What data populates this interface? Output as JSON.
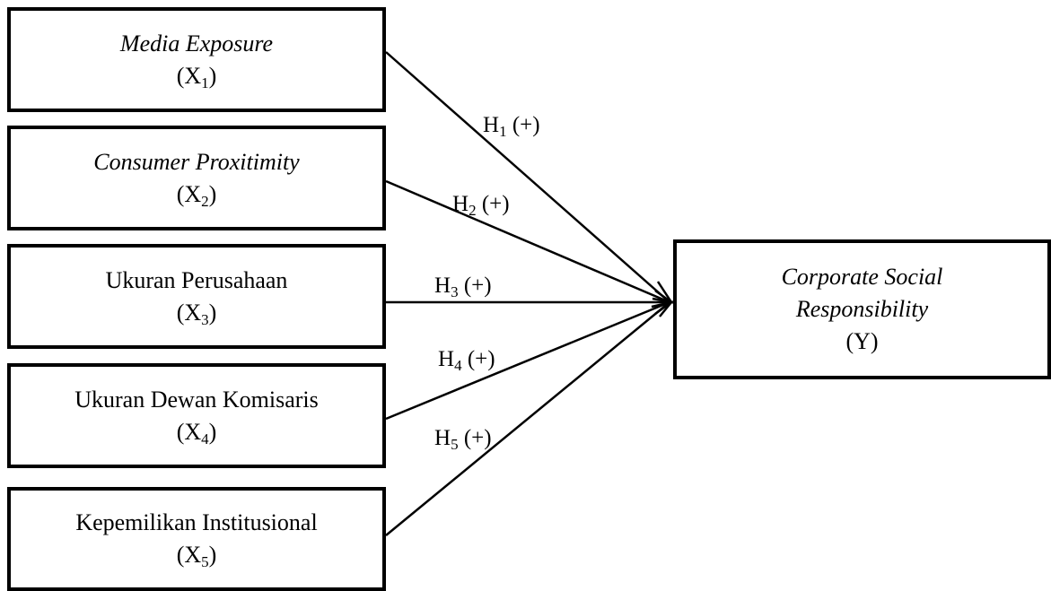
{
  "independent_variables": [
    {
      "name": "Media Exposure",
      "italic": true,
      "symbol": "X",
      "index": "1"
    },
    {
      "name": "Consumer Proxitimity",
      "italic": true,
      "symbol": "X",
      "index": "2"
    },
    {
      "name": "Ukuran Perusahaan",
      "italic": false,
      "symbol": "X",
      "index": "3"
    },
    {
      "name": "Ukuran Dewan Komisaris",
      "italic": false,
      "symbol": "X",
      "index": "4"
    },
    {
      "name": "Kepemilikan Institusional",
      "italic": false,
      "symbol": "X",
      "index": "5"
    }
  ],
  "dependent_variable": {
    "name_line1": "Corporate Social",
    "name_line2": "Responsibility",
    "symbol": "(Y)"
  },
  "hypotheses": [
    {
      "letter": "H",
      "index": "1",
      "sign": " (+)",
      "from": "X1",
      "to": "Y"
    },
    {
      "letter": "H",
      "index": "2",
      "sign": " (+)",
      "from": "X2",
      "to": "Y"
    },
    {
      "letter": "H",
      "index": "3",
      "sign": " (+)",
      "from": "X3",
      "to": "Y"
    },
    {
      "letter": "H",
      "index": "4",
      "sign": " (+)",
      "from": "X4",
      "to": "Y"
    },
    {
      "letter": "H",
      "index": "5",
      "sign": " (+)",
      "from": "X5",
      "to": "Y"
    }
  ],
  "colors": {
    "stroke": "#000000",
    "background": "#ffffff"
  }
}
